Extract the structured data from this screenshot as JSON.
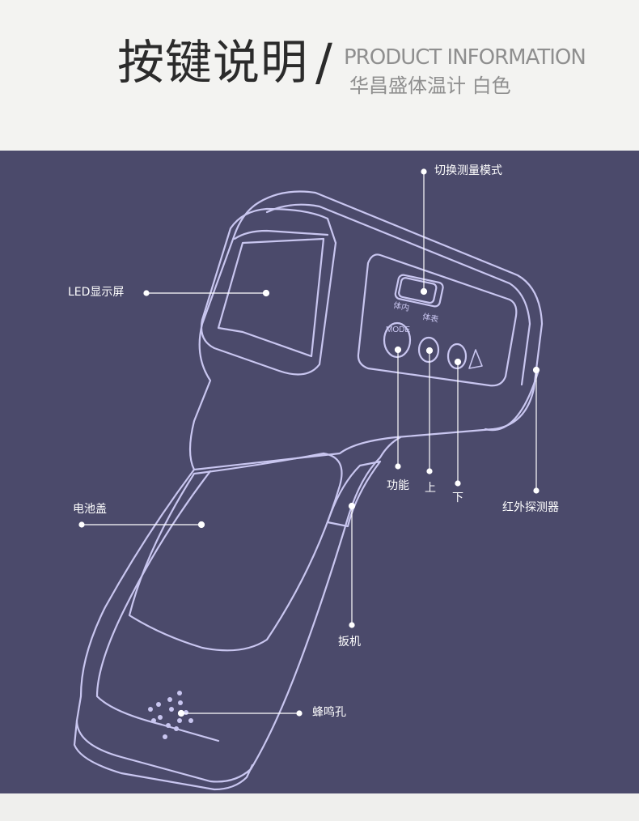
{
  "header": {
    "title": "按键说明",
    "slash": "/",
    "subtitle_en": "PRODUCT INFORMATION",
    "subtitle_cn": "华昌盛体温计  白色"
  },
  "device": {
    "mode_text": "MODE",
    "switch_left": "体内",
    "switch_right": "体表"
  },
  "labels": {
    "mode_switch": "切换测量模式",
    "led_display": "LED显示屏",
    "function": "功能",
    "up": "上",
    "down": "下",
    "ir_sensor": "红外探测器",
    "battery_cover": "电池盖",
    "trigger": "扳机",
    "buzzer_hole": "蜂鸣孔"
  },
  "colors": {
    "panel": "#4b4a6b",
    "line": "#c9c6f0",
    "header_bg": "#f3f3f1"
  }
}
